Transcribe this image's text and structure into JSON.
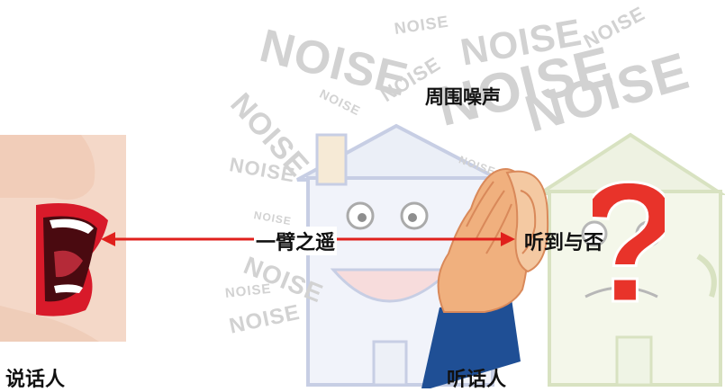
{
  "diagram": {
    "noise_word": "NOISE",
    "speaker_label": "说话人",
    "listener_label": "听话人",
    "ambient_noise_label": "周围噪声",
    "distance_label": "一臂之遥",
    "heard_label": "听到与否",
    "question_mark": "?",
    "colors": {
      "arrow": "#e0201c",
      "noise_text": "#d2d2d2",
      "house_left": "#cfd6ea",
      "house_right": "#dfe7c6",
      "hand": "#f0b07e",
      "sleeve": "#1f4f95",
      "question": "#e8332a"
    }
  }
}
